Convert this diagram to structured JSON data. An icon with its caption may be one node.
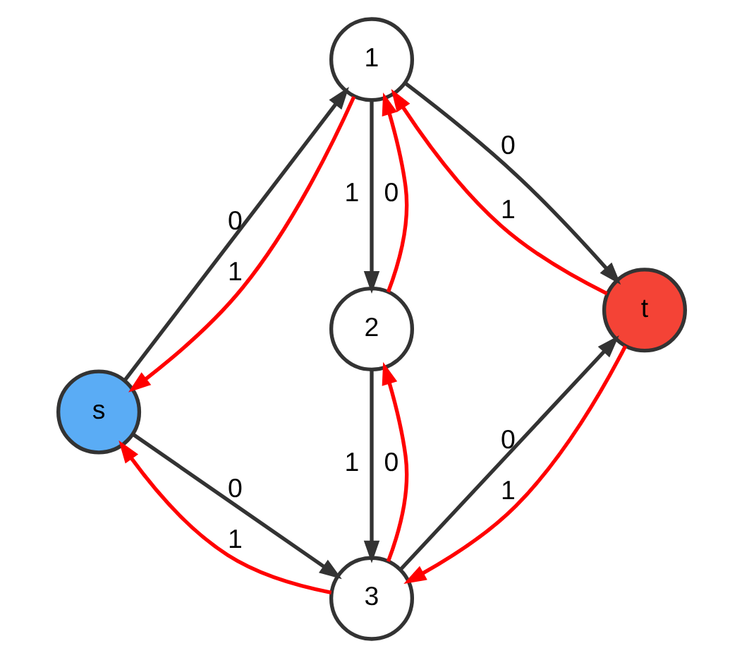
{
  "diagram": {
    "nodes": [
      {
        "text": [
          "1"
        ]
      },
      {
        "text": [
          "s"
        ]
      },
      {
        "text": [
          "2"
        ]
      },
      {
        "text": [
          "t"
        ]
      },
      {
        "text": [
          "3"
        ]
      }
    ],
    "edges": [
      {
        "from": 1,
        "to": 0,
        "arrow": "to",
        "label": "0"
      },
      {
        "from": 0,
        "to": 1,
        "arrow": "to",
        "label": "1",
        "color": "#ff0000"
      },
      {
        "from": 0,
        "to": 2,
        "arrow": "to",
        "label": "1"
      },
      {
        "from": 2,
        "to": 0,
        "arrow": "to",
        "label": "0",
        "color": "#ff0000"
      },
      {
        "from": 0,
        "to": 3,
        "arrow": "to",
        "label": "0"
      },
      {
        "from": 3,
        "to": 0,
        "arrow": "to",
        "label": "1",
        "color": "#ff0000"
      },
      {
        "from": 1,
        "to": 4,
        "arrow": "to",
        "label": "0"
      },
      {
        "from": 4,
        "to": 1,
        "arrow": "to",
        "label": "1",
        "color": "#ff0000"
      },
      {
        "from": 2,
        "to": 4,
        "arrow": "to",
        "label": "1"
      },
      {
        "from": 4,
        "to": 2,
        "arrow": "to",
        "label": "0",
        "color": "#ff0000"
      },
      {
        "from": 4,
        "to": 3,
        "arrow": "to",
        "label": "0"
      },
      {
        "from": 3,
        "to": 4,
        "arrow": "to",
        "label": "1",
        "color": "#ff0000"
      }
    ]
  }
}
